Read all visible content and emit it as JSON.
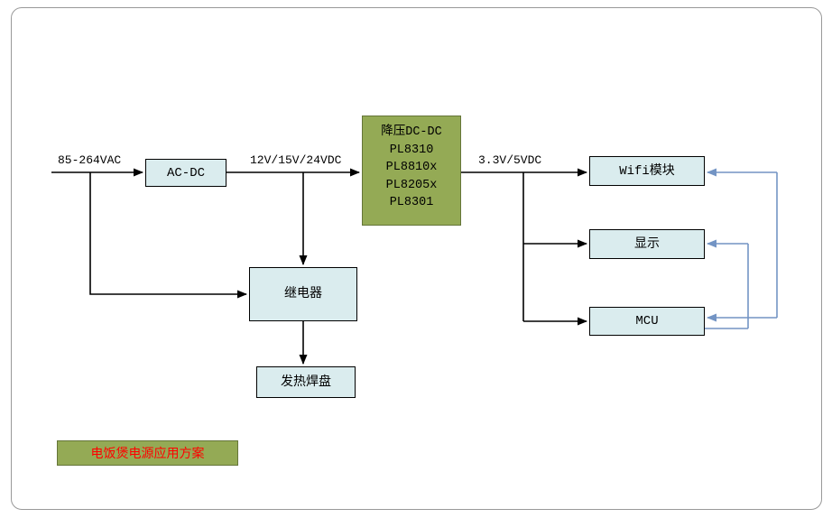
{
  "labels": {
    "input_voltage": "85-264VAC",
    "acdc_output": "12V/15V/24VDC",
    "buck_output": "3.3V/5VDC"
  },
  "blocks": {
    "acdc": "AC-DC",
    "buck_title": "降压DC-DC",
    "buck_parts": [
      "PL8310",
      "PL8810x",
      "PL8205x",
      "PL8301"
    ],
    "wifi": "Wifi模块",
    "display": "显示",
    "mcu": "MCU",
    "relay": "继电器",
    "heater": "发热焊盘"
  },
  "badge": {
    "text": "电饭煲电源应用方案"
  },
  "colors": {
    "box_fill": "#daecee",
    "green_fill": "#94aa55",
    "blue_line": "#7394c4",
    "badge_text": "#ff0000",
    "line": "#000000",
    "frame_border": "#999999"
  }
}
